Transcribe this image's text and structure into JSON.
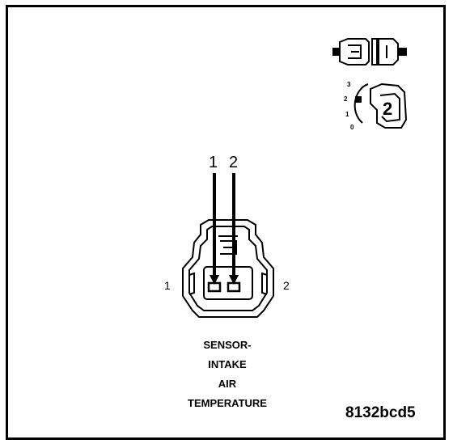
{
  "connector": {
    "top_pin_labels": [
      "1",
      "2"
    ],
    "side_pin_labels": [
      "1",
      "2"
    ]
  },
  "caption": [
    "SENSOR-",
    "INTAKE",
    "AIR",
    "TEMPERATURE"
  ],
  "figure_code": "8132bcd5",
  "dial_icon": {
    "scale_labels": [
      "3",
      "2",
      "1",
      "0"
    ],
    "number": "2"
  }
}
